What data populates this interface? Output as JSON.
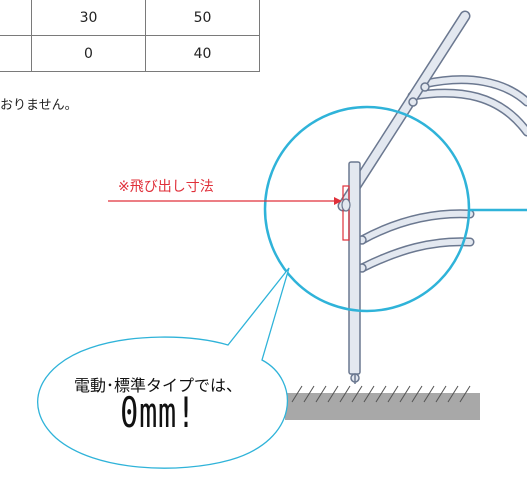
{
  "table": {
    "rows": [
      [
        "",
        "30",
        "50"
      ],
      [
        "",
        "0",
        "40"
      ]
    ]
  },
  "note_text": "おりません。",
  "callout": {
    "label": "※飛び出し寸法"
  },
  "bubble": {
    "line1": "電動･標準タイプでは、",
    "line2": "0mm!"
  },
  "colors": {
    "circle": "#2fb3d9",
    "callout": "#e0303a",
    "pole_fill": "#e3e8f0",
    "pole_stroke": "#6b7890",
    "ground": "#a8a8a8"
  }
}
